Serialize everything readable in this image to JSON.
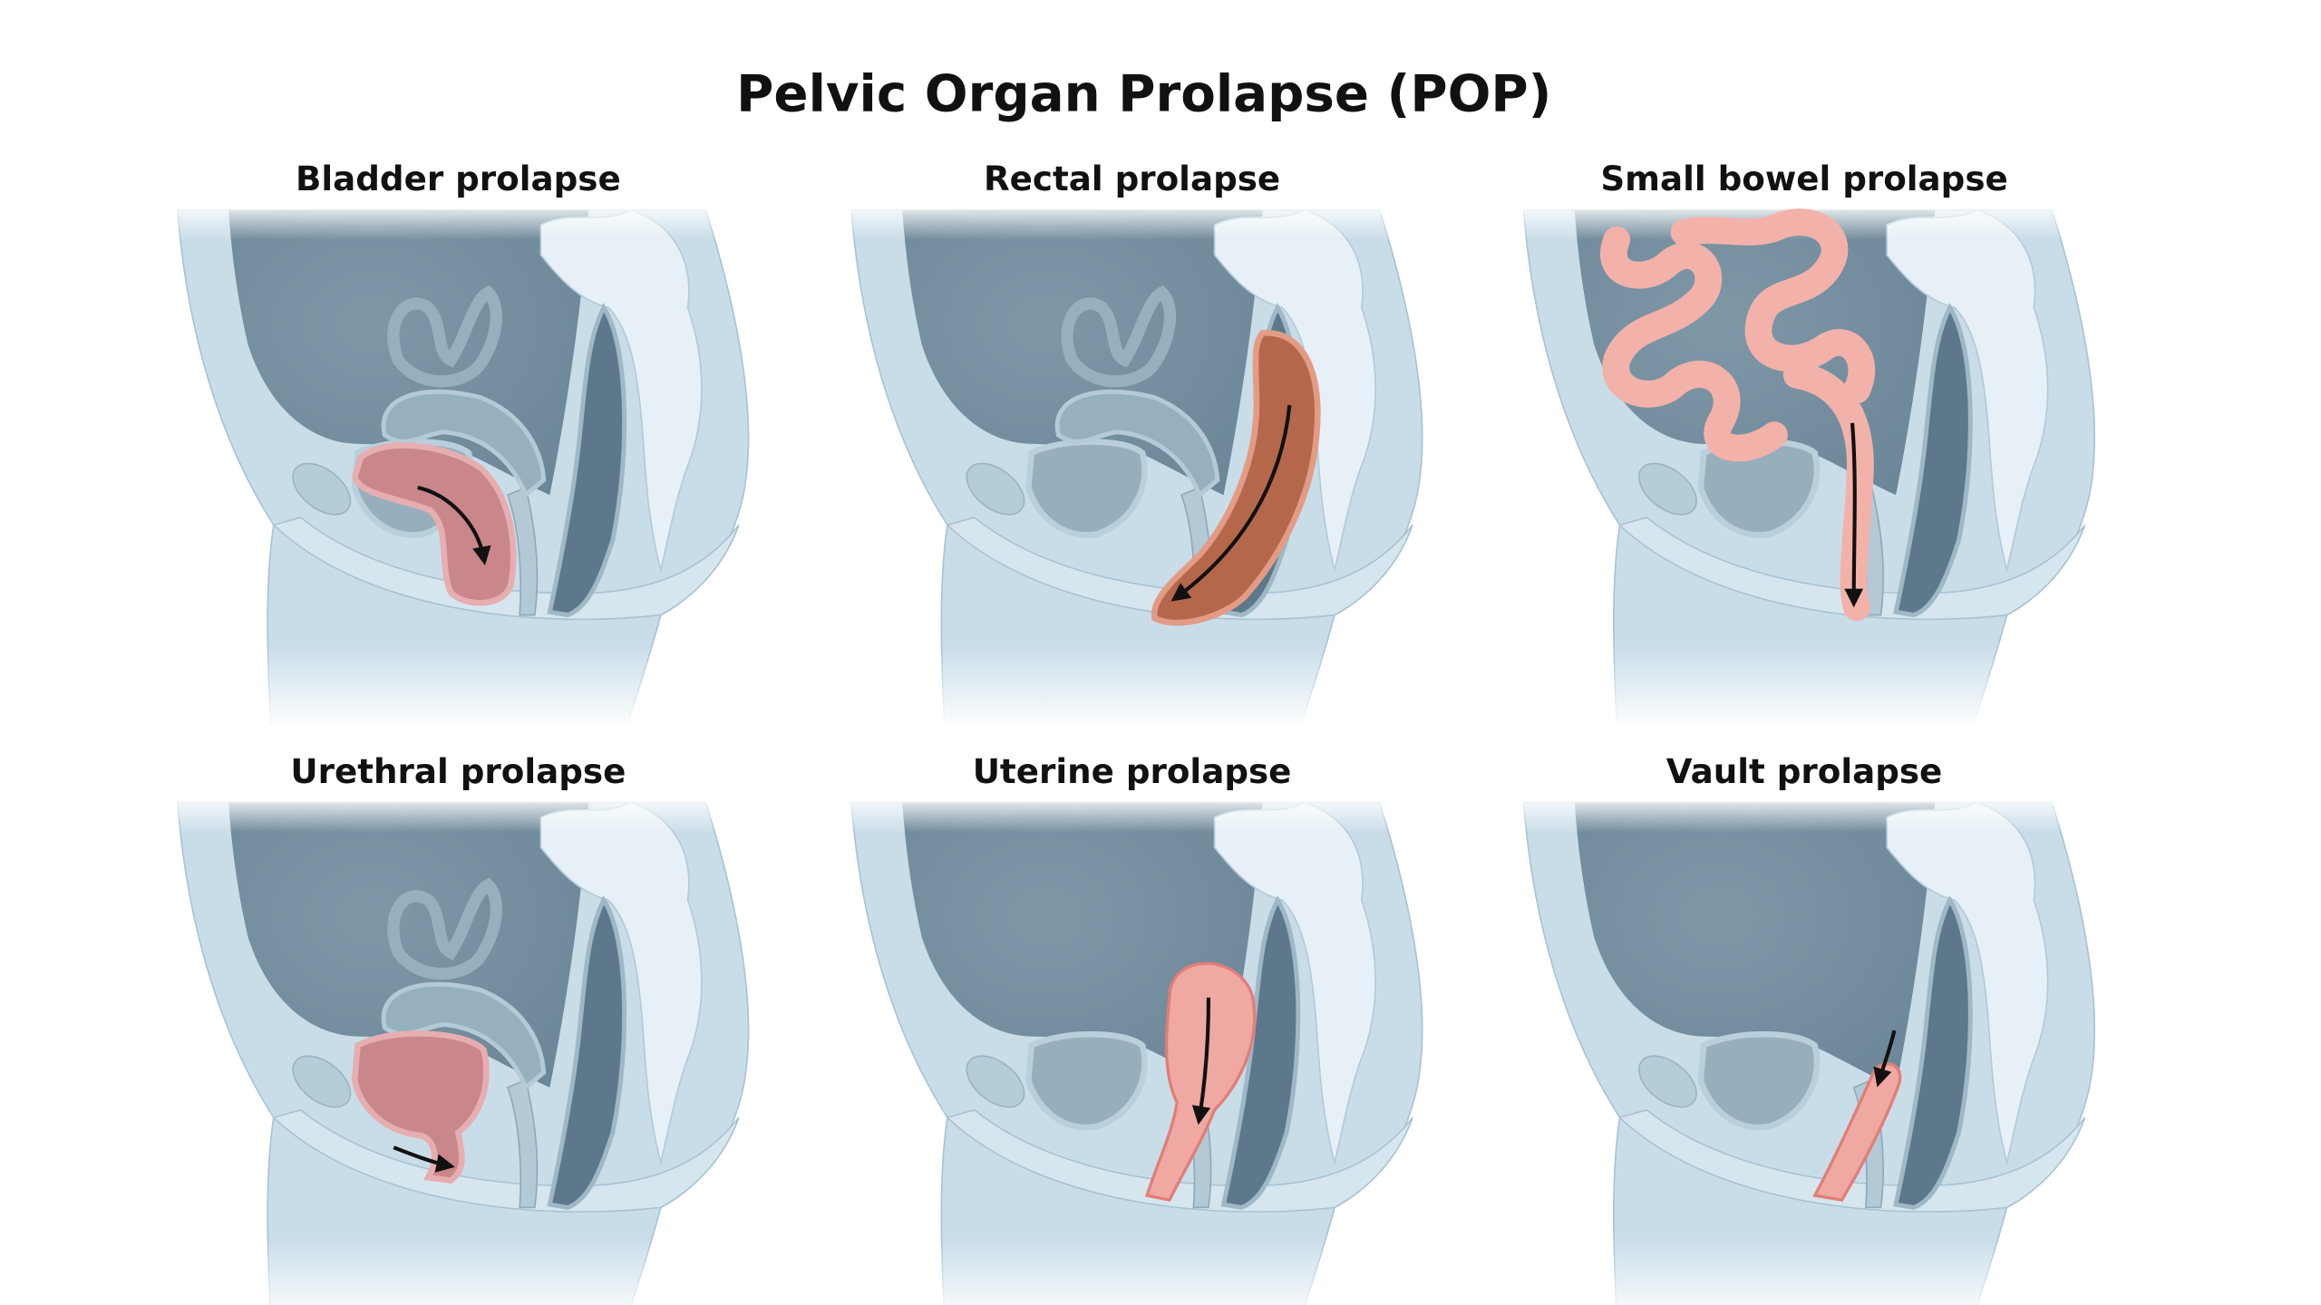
{
  "title": "Pelvic Organ Prolapse (POP)",
  "panels": [
    {
      "label": "Bladder prolapse",
      "highlight": "bladder"
    },
    {
      "label": "Rectal prolapse",
      "highlight": "rectum"
    },
    {
      "label": "Small bowel prolapse",
      "highlight": "small-bowel"
    },
    {
      "label": "Urethral prolapse",
      "highlight": "urethra"
    },
    {
      "label": "Uterine prolapse",
      "highlight": "uterus"
    },
    {
      "label": "Vault prolapse",
      "highlight": "vaginal-vault"
    }
  ],
  "colors": {
    "body": "#c9dde9",
    "cavity": "#7690a1",
    "organ": "#9db5c3",
    "highlight_pink": "#c9878b",
    "highlight_brown": "#b4674a",
    "highlight_bowel": "#f3b2a9",
    "arrow": "#111111"
  }
}
